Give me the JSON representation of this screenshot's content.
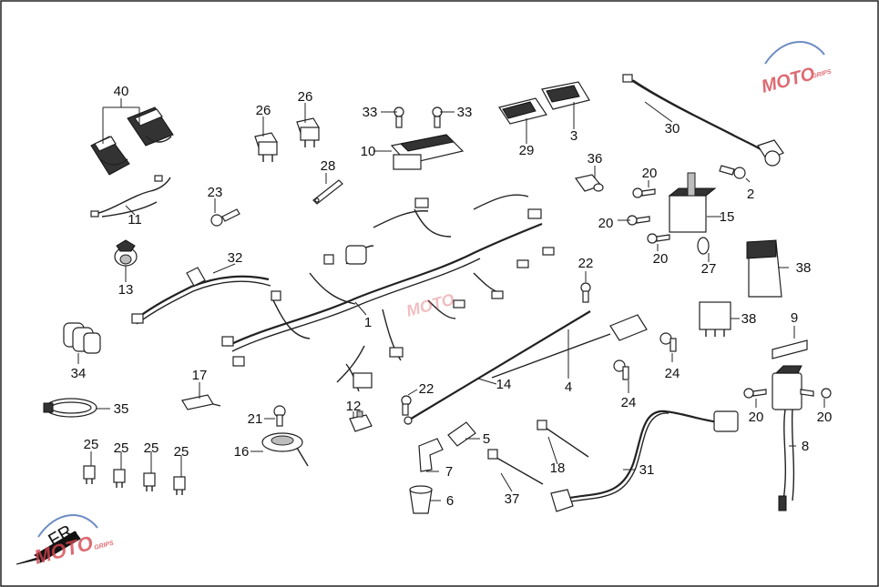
{
  "colors": {
    "line": "#222222",
    "watermark": "#d64550",
    "watermark_gear": "#4a6fb5"
  },
  "direction_label": "FR.",
  "watermark": {
    "text": "MOTO",
    "subtext": "GRIPS"
  },
  "callouts": [
    "40",
    "26",
    "26",
    "33",
    "33",
    "29",
    "3",
    "30",
    "11",
    "23",
    "28",
    "10",
    "36",
    "20",
    "2",
    "20",
    "15",
    "13",
    "32",
    "20",
    "27",
    "38",
    "22",
    "1",
    "38",
    "9",
    "34",
    "17",
    "14",
    "4",
    "24",
    "12",
    "22",
    "24",
    "20",
    "20",
    "21",
    "35",
    "16",
    "5",
    "8",
    "25",
    "25",
    "25",
    "25",
    "7",
    "18",
    "31",
    "6",
    "37"
  ]
}
